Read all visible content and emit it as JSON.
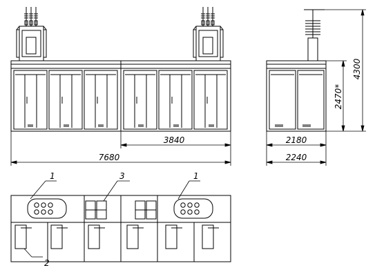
{
  "dimensions": {
    "overall_length": "7680",
    "half_length": "3840",
    "height_total": "4300",
    "cabinet_height": "2470*",
    "side_width_inner": "2180",
    "side_width_outer": "2240"
  },
  "callouts": {
    "transformer_block": "1",
    "cable_part": "2",
    "middle_part": "3"
  }
}
